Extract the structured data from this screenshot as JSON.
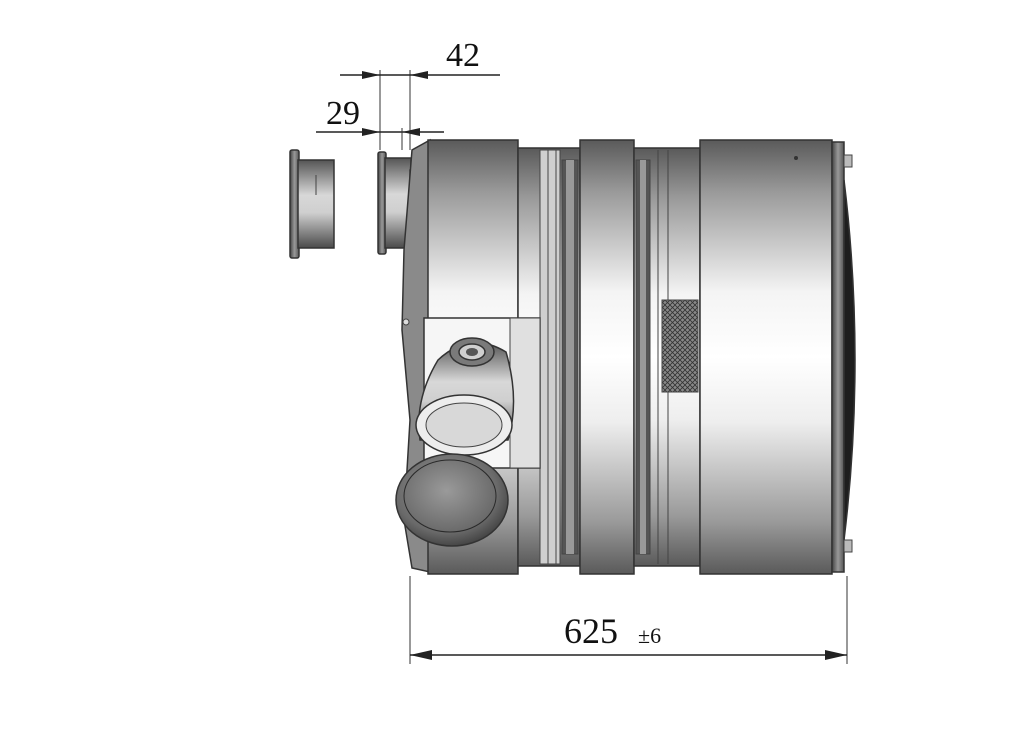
{
  "dimensions": {
    "offset_outer": {
      "value": "42"
    },
    "offset_inner": {
      "value": "29"
    },
    "overall_length": {
      "value": "625",
      "tolerance": "±6"
    }
  },
  "colors": {
    "line": "#222222",
    "metal_dark": "#6a6a6a",
    "metal_light": "#f2f2f2"
  }
}
